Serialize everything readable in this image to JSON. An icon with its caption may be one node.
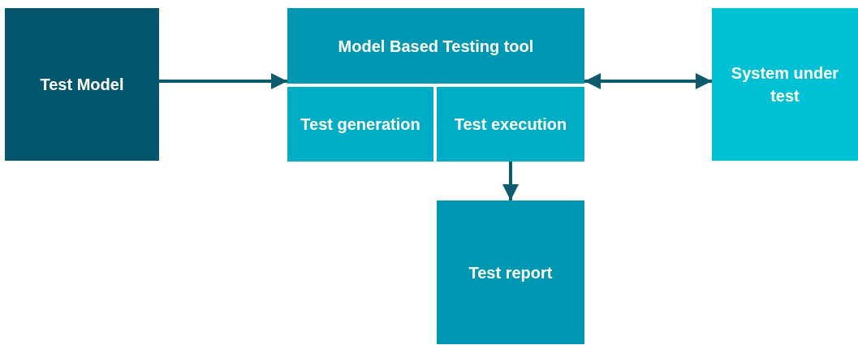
{
  "diagram": {
    "nodes": [
      {
        "text": [
          "Test Model"
        ]
      },
      {
        "text": [
          "Model Based Testing tool"
        ]
      },
      {
        "text": [
          "Test generation"
        ]
      },
      {
        "text": [
          "Test execution"
        ]
      },
      {
        "text": [
          "System under test"
        ]
      },
      {
        "text": [
          "Test report"
        ]
      }
    ],
    "edges": [
      {
        "from": 0,
        "to": 1,
        "arrow": "to"
      },
      {
        "from": 1,
        "to": 4,
        "arrow": "both"
      },
      {
        "from": 3,
        "to": 5,
        "arrow": "to"
      }
    ]
  }
}
